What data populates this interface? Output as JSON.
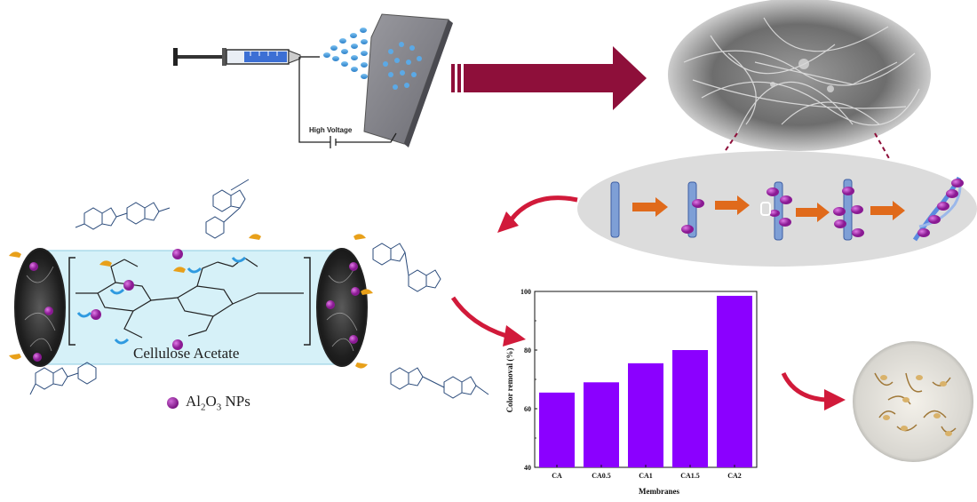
{
  "labels": {
    "high_voltage": "High Voltage",
    "polymer": "Cellulose Acetate",
    "np_prefix": "Al",
    "np_sub1": "2",
    "np_mid": "O",
    "np_sub2": "3",
    "np_suffix": " NPs"
  },
  "colors": {
    "arrow": "#8e0f3a",
    "red_arrow": "#d11a3a",
    "bar": "#8b00ff",
    "np": "#9b2aa8",
    "fiber": "#7e9fd6"
  },
  "chart_data": {
    "type": "bar",
    "categories": [
      "CA",
      "CA0.5",
      "CA1",
      "CA1.5",
      "CA2"
    ],
    "values": [
      65.5,
      69.0,
      75.5,
      80.0,
      98.5
    ],
    "xlabel": "Membranes",
    "ylabel": "Color removal (%)",
    "ylim": [
      40,
      100
    ],
    "yticks": [
      40,
      60,
      80,
      100
    ],
    "grid": false,
    "color": "#8b00ff"
  }
}
